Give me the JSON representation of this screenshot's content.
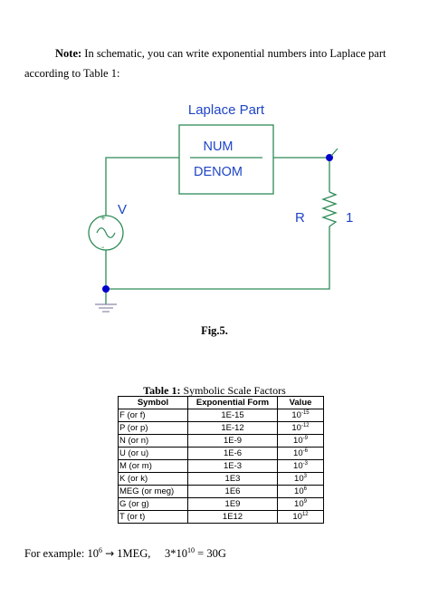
{
  "note": {
    "label": "Note:",
    "text": "In schematic, you can write exponential numbers into Laplace part according to Table 1:"
  },
  "schematic": {
    "laplace_label": "Laplace Part",
    "num": "NUM",
    "denom": "DENOM",
    "source_label": "V",
    "resistor_label": "R",
    "resistor_value": "1",
    "plus": "+",
    "minus": "-",
    "colors": {
      "wire": "#2e8b57",
      "text": "#1f45c6",
      "node": "#0000cc",
      "ground": "#8a8aa8"
    }
  },
  "figure_caption": "Fig.5.",
  "table": {
    "caption_bold": "Table 1:",
    "caption_text": "Symbolic Scale Factors",
    "headers": [
      "Symbol",
      "Exponential Form",
      "Value"
    ],
    "rows": [
      {
        "symbol": "F (or f)",
        "exp": "1E-15",
        "base": "10",
        "pow": "-15"
      },
      {
        "symbol": "P (or p)",
        "exp": "1E-12",
        "base": "10",
        "pow": "-12"
      },
      {
        "symbol": "N (or n)",
        "exp": "1E-9",
        "base": "10",
        "pow": "-9"
      },
      {
        "symbol": "U (or u)",
        "exp": "1E-6",
        "base": "10",
        "pow": "-6"
      },
      {
        "symbol": "M (or m)",
        "exp": "1E-3",
        "base": "10",
        "pow": "-3"
      },
      {
        "symbol": "K (or k)",
        "exp": "1E3",
        "base": "10",
        "pow": "3"
      },
      {
        "symbol": "MEG (or meg)",
        "exp": "1E6",
        "base": "10",
        "pow": "6"
      },
      {
        "symbol": "G (or g)",
        "exp": "1E9",
        "base": "10",
        "pow": "9"
      },
      {
        "symbol": "T (or t)",
        "exp": "1E12",
        "base": "10",
        "pow": "12"
      }
    ]
  },
  "example": {
    "prefix": "For example: ",
    "base1": "10",
    "pow1": "6",
    "result1": " 1MEG,",
    "mult": "3*10",
    "pow2": "10",
    "result2": " = 30G"
  }
}
